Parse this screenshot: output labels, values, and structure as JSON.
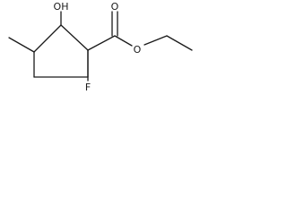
{
  "molecule": {
    "atoms": {
      "hydroxyl": "OH",
      "carbonyl_oxygen": "O",
      "ester_oxygen": "O",
      "fluorine": "F"
    },
    "colors": {
      "bond": "#1a1a1a",
      "label": "#1a1a1a",
      "background": "#ffffff"
    }
  }
}
